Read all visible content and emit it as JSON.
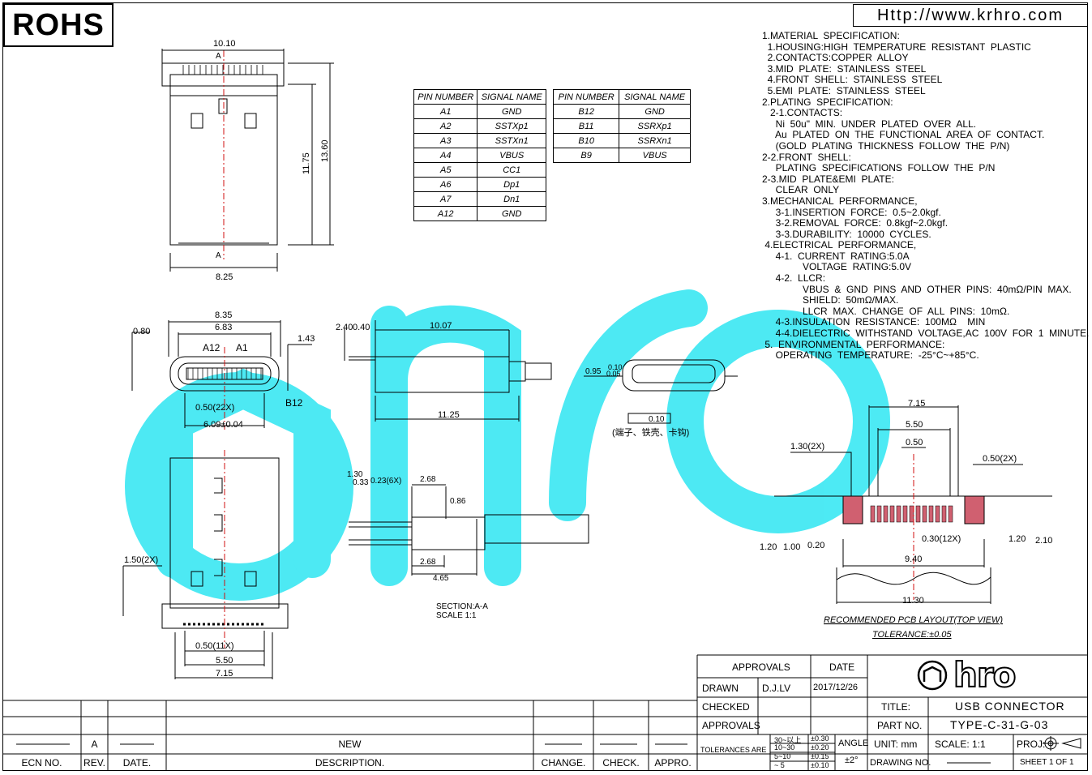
{
  "header": {
    "rohs": "ROHS",
    "url": "Http://www.krhro.com"
  },
  "spec_lines": [
    "1.MATERIAL  SPECIFICATION:",
    "  1.HOUSING:HIGH  TEMPERATURE  RESISTANT  PLASTIC",
    "  2.CONTACTS:COPPER  ALLOY",
    "  3.MID  PLATE:  STAINLESS  STEEL",
    "  4.FRONT  SHELL:  STAINLESS  STEEL",
    "  5.EMI  PLATE:  STAINLESS  STEEL",
    "2.PLATING  SPECIFICATION:",
    "   2-1.CONTACTS:",
    "     Ni  50u\"  MIN.  UNDER  PLATED  OVER  ALL.",
    "     Au  PLATED  ON  THE  FUNCTIONAL  AREA  OF  CONTACT.",
    "     (GOLD  PLATING  THICKNESS  FOLLOW  THE  P/N)",
    "2-2.FRONT  SHELL:",
    "     PLATING  SPECIFICATIONS  FOLLOW  THE  P/N",
    "2-3.MID  PLATE&EMI  PLATE:",
    "     CLEAR  ONLY",
    "3.MECHANICAL  PERFORMANCE,",
    "     3-1.INSERTION  FORCE:  0.5~2.0kgf.",
    "     3-2.REMOVAL  FORCE:  0.8kgf~2.0kgf.",
    "     3-3.DURABILITY:  10000  CYCLES.",
    " 4.ELECTRICAL  PERFORMANCE,",
    "     4-1.  CURRENT  RATING:5.0A",
    "               VOLTAGE  RATING:5.0V",
    "     4-2.  LLCR:",
    "               VBUS  &  GND  PINS  AND  OTHER  PINS:  40mΩ/PIN  MAX.",
    "               SHIELD:  50mΩ/MAX.",
    "               LLCR  MAX.  CHANGE  OF  ALL  PINS:  10mΩ.",
    "     4-3.INSULATION  RESISTANCE:  100MΩ    MIN",
    "     4-4.DIELECTRIC  WITHSTAND  VOLTAGE,AC  100V  FOR  1  MINUTE.",
    " 5.  ENVIRONMENTAL  PERFORMANCE:",
    "     OPERATING  TEMPERATURE:  -25°C~+85°C."
  ],
  "pin_table_headers": [
    "PIN  NUMBER",
    "SIGNAL  NAME"
  ],
  "pin_table_a": [
    [
      "A1",
      "GND"
    ],
    [
      "A2",
      "SSTXp1"
    ],
    [
      "A3",
      "SSTXn1"
    ],
    [
      "A4",
      "VBUS"
    ],
    [
      "A5",
      "CC1"
    ],
    [
      "A6",
      "Dp1"
    ],
    [
      "A7",
      "Dn1"
    ],
    [
      "A12",
      "GND"
    ]
  ],
  "pin_table_b": [
    [
      "B12",
      "GND"
    ],
    [
      "B11",
      "SSRXp1"
    ],
    [
      "B10",
      "SSRXn1"
    ],
    [
      "B9",
      "VBUS"
    ]
  ],
  "dims": {
    "top_w": "10.10",
    "top_h1": "11.75",
    "top_h2": "13.60",
    "top_bw": "8.25",
    "sec_a": "A",
    "front_w1": "8.35",
    "front_w2": "6.83",
    "front_l": "0.80",
    "front_r": "1.43",
    "front_a12": "A12",
    "front_a1": "A1",
    "front_b12": "B12",
    "front_pitch": "0.50(22X)",
    "front_w3": "6.09±0.04",
    "side_a": "2.40",
    "side_b": "0.40",
    "side_len": "10.07",
    "side_len2": "11.25",
    "end_a": "0.95",
    "end_b": "0.10",
    "end_c": "0.05",
    "flatness": "0.10",
    "flat_note": "(端子、铁壳、卡钩)",
    "bot_pitch_l": "1.50(2X)",
    "bot_pitch": "0.50(11X)",
    "bot_w1": "5.50",
    "bot_w2": "7.15",
    "sec_a1": "1.30",
    "sec_a2": "0.33",
    "sec_a3": "0.23(6X)",
    "sec_a4": "2.68",
    "sec_a5": "0.86",
    "sec_a6": "2.68",
    "sec_a7": "4.65",
    "section_title": "SECTION:A-A",
    "section_scale": "SCALE  1:1",
    "pcb_w1": "7.15",
    "pcb_w2": "5.50",
    "pcb_w3": "0.50",
    "pcb_l": "1.30(2X)",
    "pcb_r": "0.50(2X)",
    "pcb_h1": "1.20",
    "pcb_h2": "1.00",
    "pcb_h3": "0.20",
    "pcb_pitch": "0.30(12X)",
    "pcb_h4": "1.20",
    "pcb_h5": "2.10",
    "pcb_w4": "9.40",
    "pcb_w5": "11.30",
    "pcb_title": "RECOMMENDED  PCB  LAYOUT(TOP  VIEW)",
    "pcb_tol": "TOLERANCE:±0.05"
  },
  "title_block": {
    "approvals": "APPROVALS",
    "date": "DATE",
    "drawn": "DRAWN",
    "drawn_by": "D.J.LV",
    "drawn_date": "2017/12/26",
    "checked": "CHECKED",
    "approvals2": "APPROVALS",
    "tolerances": "TOLERANCES  ARE",
    "tol_rows": [
      [
        "30~以上",
        "±0.30"
      ],
      [
        "10~30",
        "±0.20"
      ],
      [
        "5~10",
        "±0.15"
      ],
      [
        "~  5",
        "±0.10"
      ]
    ],
    "angle": "ANGLE",
    "angle_val": "±2°",
    "logo": "hro",
    "title_label": "TITLE:",
    "title_val": "USB  CONNECTOR",
    "part_label": "PART  NO.",
    "part_val": "TYPE-C-31-G-03",
    "unit": "UNIT:  mm",
    "scale": "SCALE:    1:1",
    "proj": "PROJ:",
    "drawing_no": "DRAWING  NO.",
    "sheet": "SHEET     1   OF   1"
  },
  "revision": {
    "row": {
      "rev": "A",
      "desc": "NEW"
    },
    "headers": [
      "ECN  NO.",
      "REV.",
      "DATE.",
      "DESCRIPTION.",
      "CHANGE.",
      "CHECK.",
      "APPRO."
    ]
  },
  "colors": {
    "watermark": "#2ee6f2",
    "centerline": "#d01010"
  }
}
